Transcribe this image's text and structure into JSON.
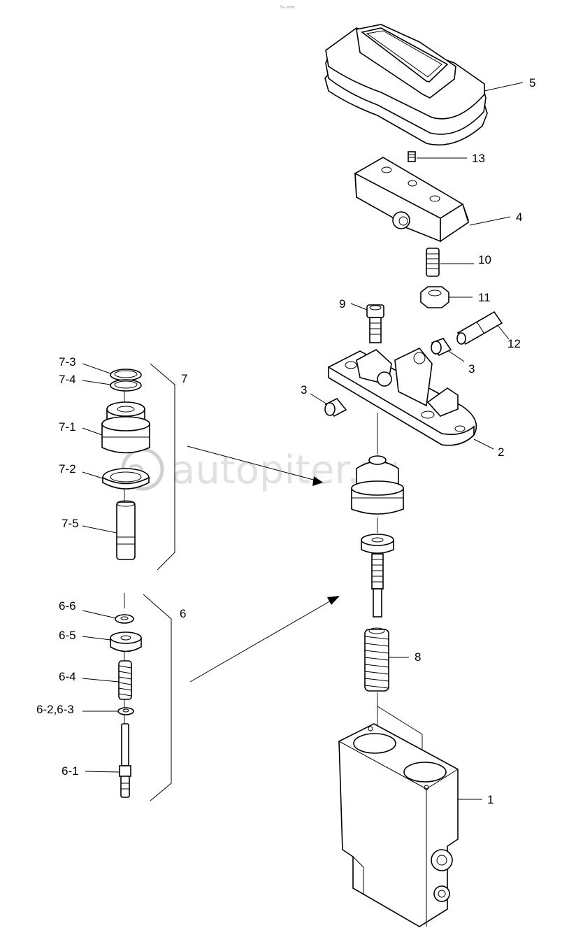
{
  "header_mark": "‰ ¤¤¤",
  "watermark": "autopiter.ru",
  "labels": {
    "p1": "1",
    "p2": "2",
    "p3a": "3",
    "p3b": "3",
    "p4": "4",
    "p5": "5",
    "p6": "6",
    "p7": "7",
    "p8": "8",
    "p9": "9",
    "p10": "10",
    "p11": "11",
    "p12": "12",
    "p13": "13",
    "p7_1": "7-1",
    "p7_2": "7-2",
    "p7_3": "7-3",
    "p7_4": "7-4",
    "p7_5": "7-5",
    "p6_1": "6-1",
    "p6_23": "6-2,6-3",
    "p6_4": "6-4",
    "p6_5": "6-5",
    "p6_6": "6-6"
  }
}
